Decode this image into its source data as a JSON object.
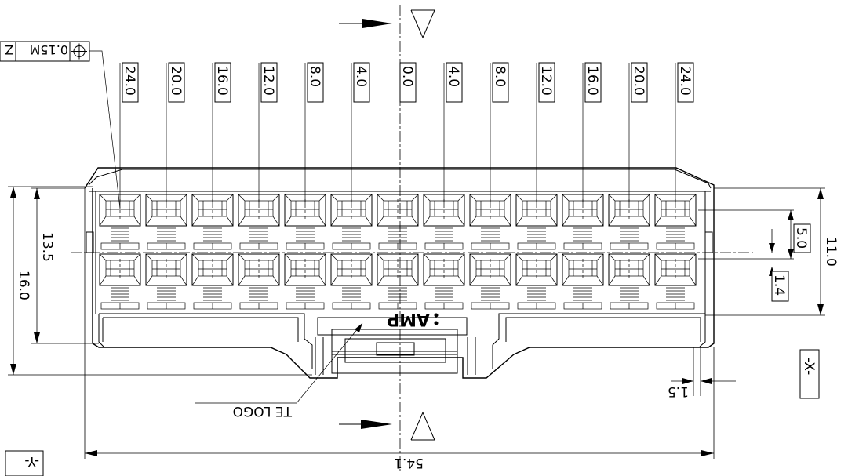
{
  "position_labels": [
    "24.0",
    "20.0",
    "16.0",
    "12.0",
    "8.0",
    "4.0",
    "0.0",
    "4.0",
    "8.0",
    "12.0",
    "16.0",
    "20.0",
    "24.0"
  ],
  "tolerance_frame": {
    "value": "0.15M",
    "datum": "Z"
  },
  "dimensions": {
    "width": "54.1",
    "height_outer": "16.0",
    "height_inner": "13.5",
    "height_right": "11.0",
    "row_pitch": "5.0",
    "row_offset": "1.4",
    "wall_thickness": "1.5"
  },
  "datums": {
    "x": "-X-",
    "y": "-Y-"
  },
  "logo_note": "TE LOGO",
  "brand_mark": "AMP"
}
